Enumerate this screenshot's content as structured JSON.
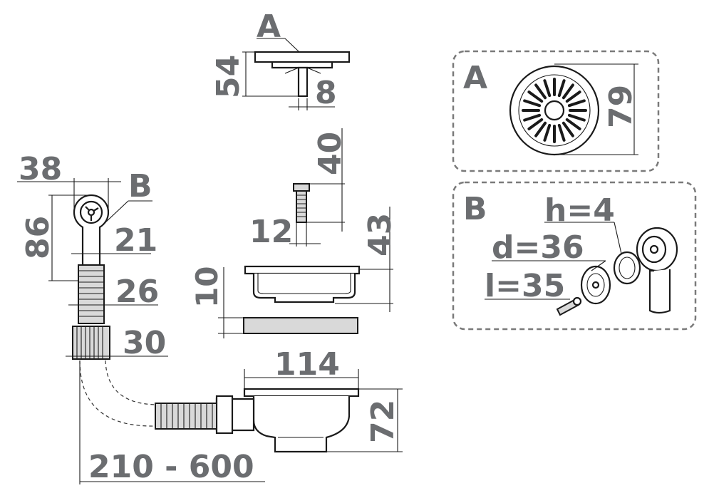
{
  "strainer_detail": {
    "label_top": "A",
    "height": "54",
    "stem": "8",
    "inset_label": "A",
    "inset_diameter": "79"
  },
  "screw": {
    "length": "40",
    "thread": "12"
  },
  "basket": {
    "depth": "43",
    "gasket": "10"
  },
  "body": {
    "width": "114",
    "height": "72",
    "hose_length": "210 - 600"
  },
  "overflow": {
    "label": "B",
    "width": "38",
    "height": "86",
    "neck": "21",
    "hose": "26",
    "nut": "30"
  },
  "overflow_kit": {
    "label": "B",
    "h": "h=4",
    "d": "d=36",
    "l": "l=35"
  }
}
